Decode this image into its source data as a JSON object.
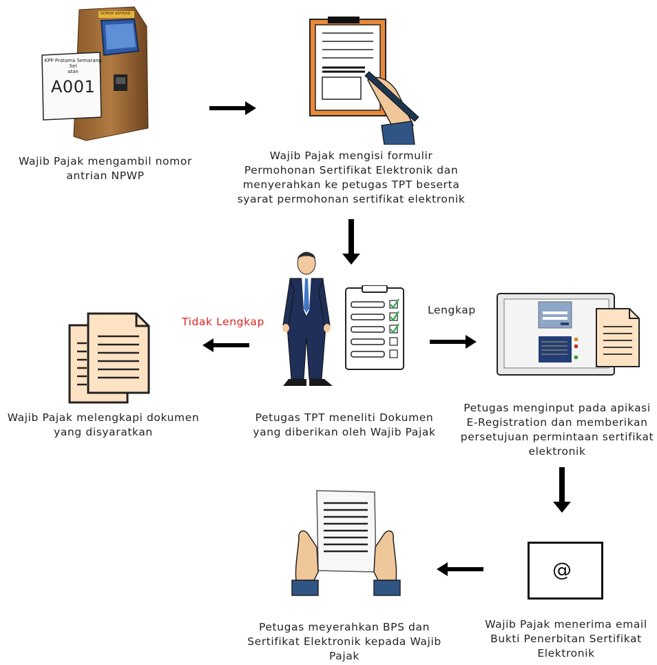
{
  "steps": {
    "queue": {
      "caption": "Wajib Pajak mengambil nomor\nantrian NPWP",
      "ticket_office": "KPP Pratama Semarang Sel\natan",
      "ticket_number": "A001",
      "machine_label": "NOMOR ANTRIAN"
    },
    "form": {
      "caption": "Wajib Pajak mengisi formulir\nPermohonan Sertifikat Elektronik dan\nmenyerahkan ke petugas TPT beserta\nsyarat permohonan sertifikat elektronik"
    },
    "check": {
      "caption": "Petugas TPT meneliti Dokumen\nyang diberikan oleh Wajib Pajak"
    },
    "complete_docs": {
      "caption": "Wajib Pajak melengkapi dokumen\nyang disyaratkan"
    },
    "input": {
      "caption": "Petugas menginput pada apikasi\nE-Registration dan memberikan\npersetujuan permintaan sertifikat\nelektronik"
    },
    "email": {
      "caption": "Wajib Pajak menerima email\nBukti Penerbitan Sertifikat\nElektronik",
      "symbol": "@"
    },
    "handover": {
      "caption": "Petugas meyerahkan BPS dan\nSertifikat Elektronik kepada Wajib\nPajak"
    }
  },
  "branches": {
    "incomplete": {
      "label": "Tidak Lengkap",
      "color": "#e0201b"
    },
    "complete": {
      "label": "Lengkap",
      "color": "#222222"
    }
  },
  "colors": {
    "arrow": "#000000",
    "accent": "#e0201b"
  }
}
